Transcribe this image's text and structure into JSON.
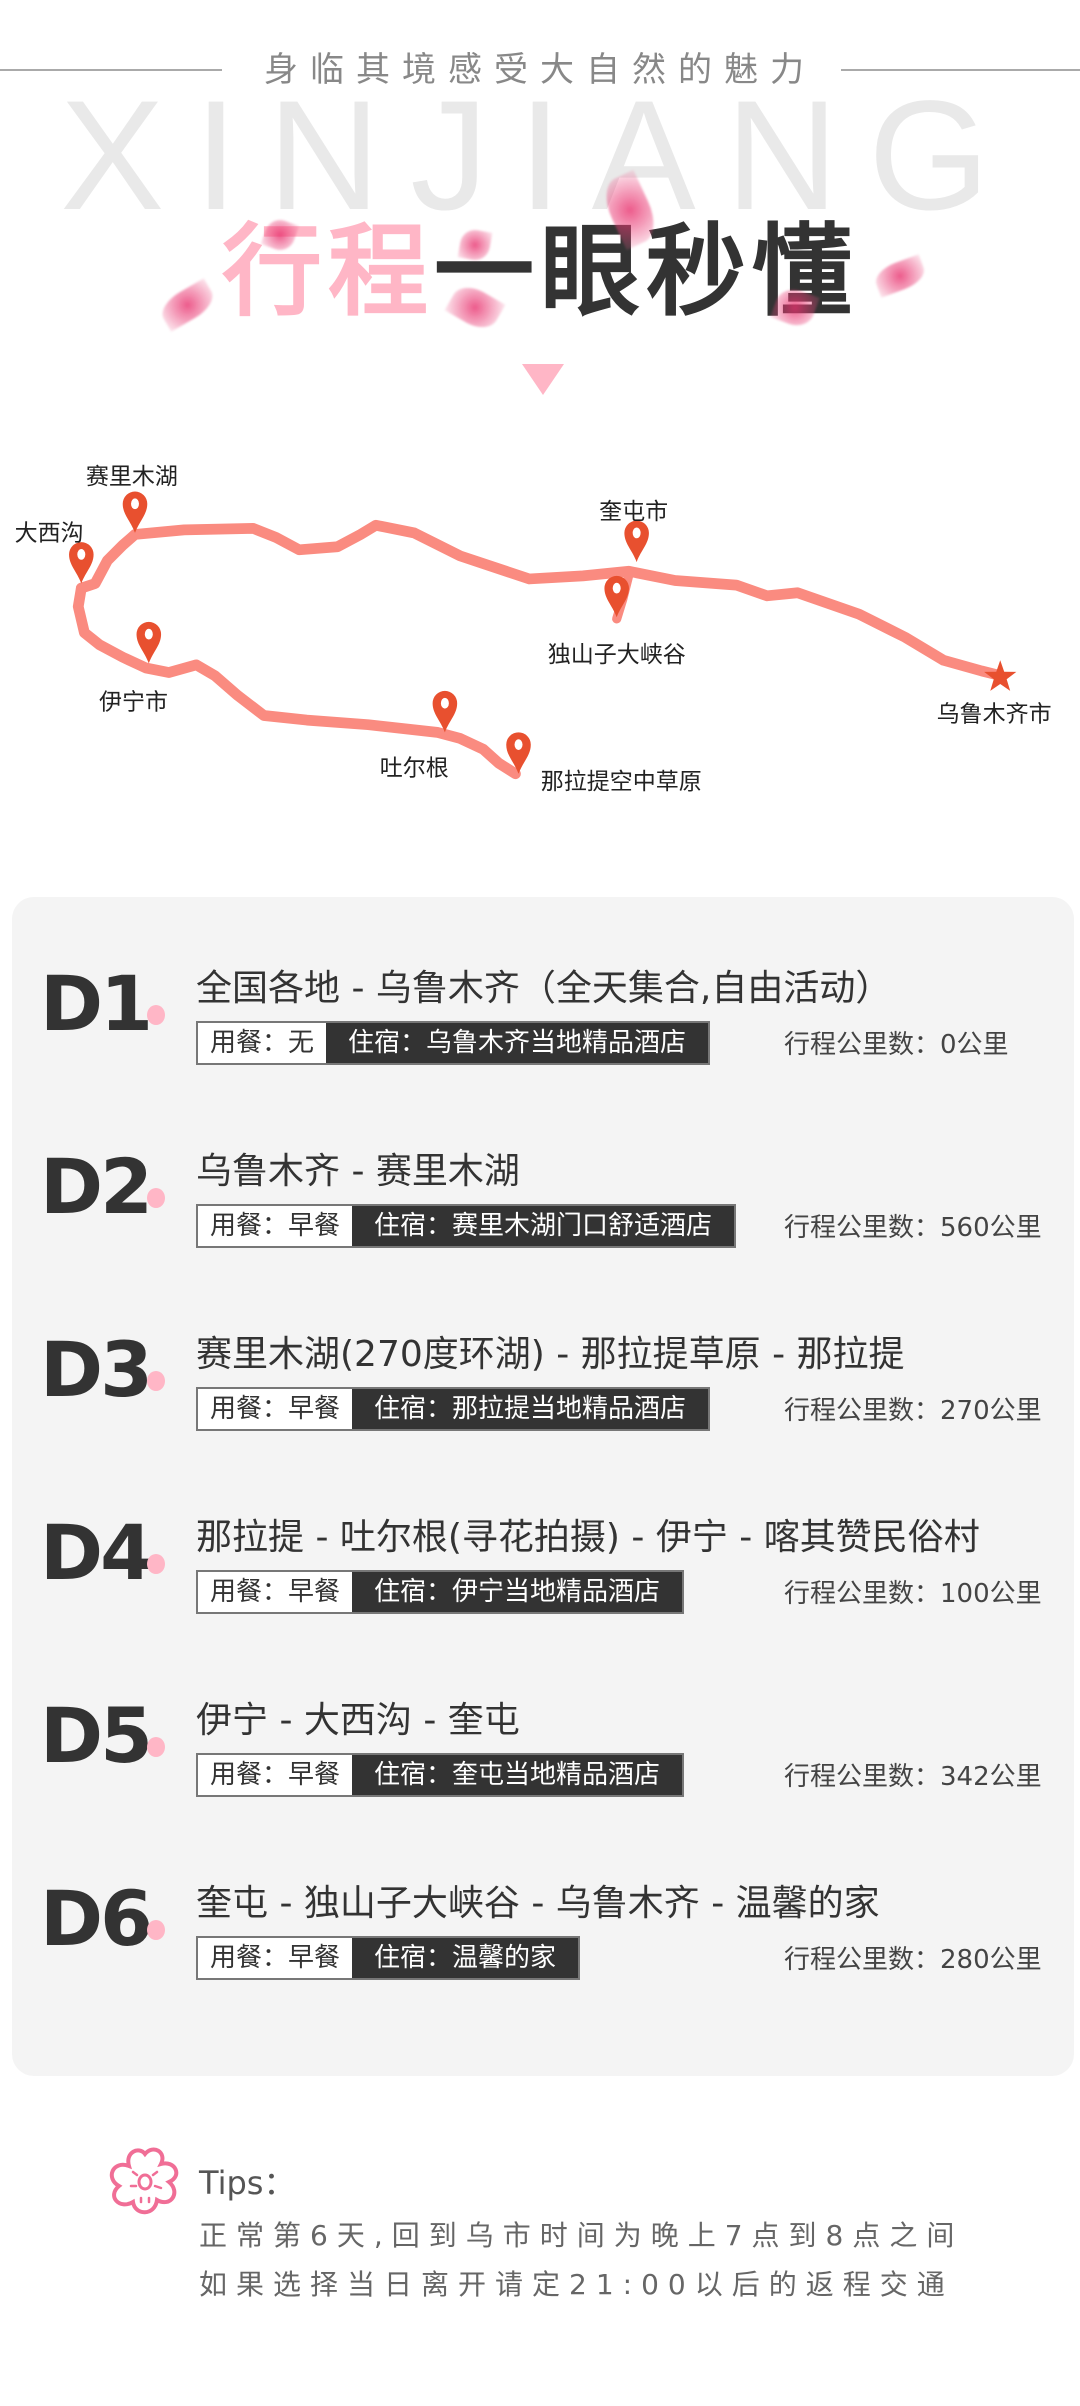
{
  "header": {
    "subtitle": "身临其境感受大自然的魅力",
    "bg_word": "XINJIANG",
    "title_pink": "行程",
    "title_dark": "一眼秒懂"
  },
  "map": {
    "labels": {
      "sailimu": "赛里木湖",
      "daxigou": "大西沟",
      "yining": "伊宁市",
      "tuergen": "吐尔根",
      "nalati": "那拉提空中草原",
      "kuitun": "奎屯市",
      "dushanzi": "独山子大峡谷",
      "urumqi": "乌鲁木齐市"
    },
    "route_color": "#fa8b80",
    "pin_color": "#e8502f"
  },
  "days": [
    {
      "label": "D1",
      "title": "全国各地 - 乌鲁木齐（全天集合,自由活动）",
      "meal": "用餐：无",
      "hotel": "住宿：乌鲁木齐当地精品酒店",
      "distance": "行程公里数：0公里"
    },
    {
      "label": "D2",
      "title": "乌鲁木齐 - 赛里木湖",
      "meal": "用餐：早餐",
      "hotel": "住宿：赛里木湖门口舒适酒店",
      "distance": "行程公里数：560公里"
    },
    {
      "label": "D3",
      "title": "赛里木湖(270度环湖) - 那拉提草原 - 那拉提",
      "meal": "用餐：早餐",
      "hotel": "住宿：那拉提当地精品酒店",
      "distance": "行程公里数：270公里"
    },
    {
      "label": "D4",
      "title": "那拉提 - 吐尔根(寻花拍摄) - 伊宁 - 喀其赞民俗村",
      "meal": "用餐：早餐",
      "hotel": "住宿：伊宁当地精品酒店",
      "distance": "行程公里数：100公里"
    },
    {
      "label": "D5",
      "title": "伊宁 - 大西沟 - 奎屯",
      "meal": "用餐：早餐",
      "hotel": "住宿：奎屯当地精品酒店",
      "distance": "行程公里数：342公里"
    },
    {
      "label": "D6",
      "title": "奎屯 - 独山子大峡谷 - 乌鲁木齐 - 温馨的家",
      "meal": "用餐：早餐",
      "hotel": "住宿：温馨的家",
      "distance": "行程公里数：280公里"
    }
  ],
  "tips": {
    "title": "Tips：",
    "lines": [
      "正常第6天,回到乌市时间为晚上7点到8点之间",
      "如果选择当日离开请定21:00以后的返程交通"
    ]
  }
}
